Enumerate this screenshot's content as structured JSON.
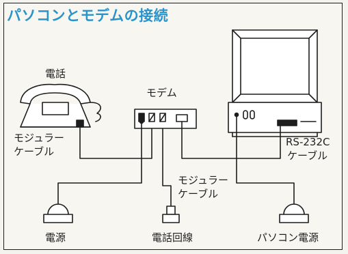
{
  "title": "パソコンとモデムの接続",
  "labels": {
    "phone": "電話",
    "modem": "モデム",
    "modular_cable_left_1": "モジュラー",
    "modular_cable_left_2": "ケーブル",
    "rs232c_1": "RS-232C",
    "rs232c_2": "ケーブル",
    "modular_cable_center_1": "モジュラー",
    "modular_cable_center_2": "ケーブル",
    "outlet_power": "電源",
    "outlet_phone_line": "電話回線",
    "outlet_pc_power": "パソコン電源"
  },
  "colors": {
    "title": "#2a93c9",
    "line": "#1d1d1d",
    "background": "#f7f6f1",
    "device_fill": "#ffffff"
  }
}
